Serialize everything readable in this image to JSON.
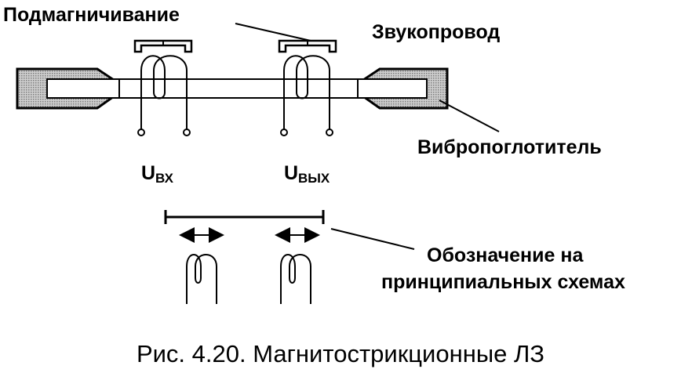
{
  "labels": {
    "bias": "Подмагничивание",
    "sound_line": "Звукопровод",
    "absorber": "Вибропоглотитель",
    "u_in_main": "U",
    "u_in_sub": "ВХ",
    "u_out_main": "U",
    "u_out_sub": "ВЫХ",
    "symbol_line1": "Обозначение на",
    "symbol_line2": "принципиальных схемах"
  },
  "caption": "Рис. 4.20. Магнитострикционные ЛЗ",
  "colors": {
    "ink": "#000000",
    "hatch": "#9a9a9a",
    "background": "#ffffff"
  }
}
